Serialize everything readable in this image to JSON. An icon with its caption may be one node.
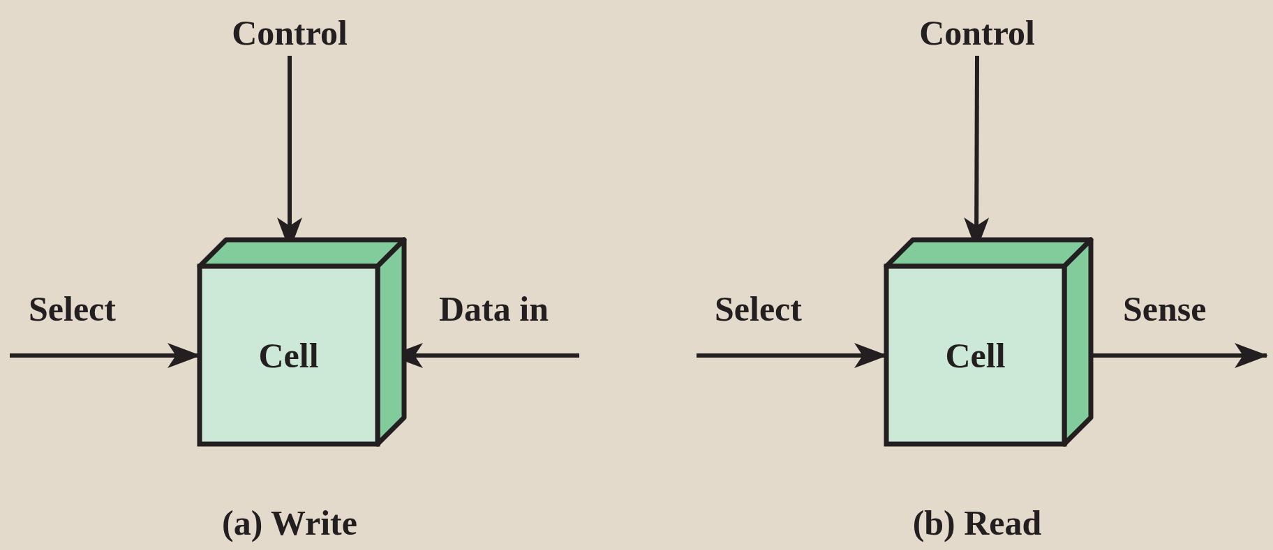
{
  "diagram": {
    "nodes": [
      {
        "text": [
          "Control"
        ]
      },
      {
        "text": [
          "Cell"
        ]
      },
      {
        "text": [
          "Control"
        ]
      },
      {
        "text": [
          "Cell"
        ]
      }
    ],
    "edges": [
      {
        "from": 0,
        "to": 1,
        "arrow": "to"
      },
      {
        "from": null,
        "to": 1,
        "arrow": "to",
        "label": "Select"
      },
      {
        "from": null,
        "to": 1,
        "arrow": "to",
        "label": "Data in"
      },
      {
        "from": 2,
        "to": 3,
        "arrow": "to"
      },
      {
        "from": null,
        "to": 3,
        "arrow": "to",
        "label": "Select"
      },
      {
        "from": 3,
        "to": null,
        "arrow": "to",
        "label": "Sense"
      }
    ],
    "labels": [
      "(a) Write",
      "(b) Read"
    ]
  }
}
